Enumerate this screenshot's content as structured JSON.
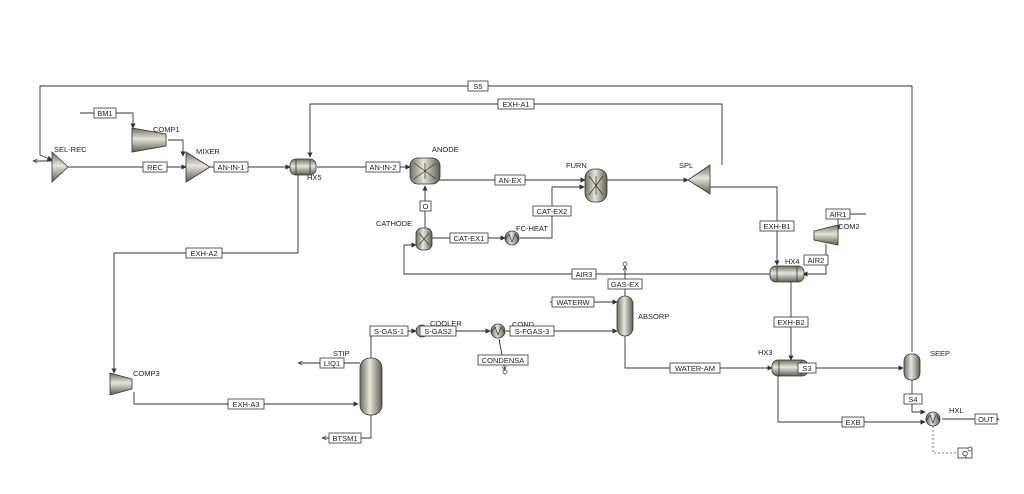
{
  "streams": {
    "s5": "S5",
    "exh_a1": "EXH-A1",
    "bm1": "BM1",
    "rec": "REC",
    "an_in_1": "AN-IN-1",
    "an_in_2": "AN-IN-2",
    "an_ex": "AN-EX",
    "o": "O",
    "cat_ex1": "CAT-EX1",
    "cat_ex2": "CAT-EX2",
    "exh_b1": "EXH-B1",
    "air1": "AIR1",
    "air2": "AIR2",
    "air3": "AIR3",
    "exh_a2": "EXH-A2",
    "gas_ex": "GAS-EX",
    "waterw": "WATERW",
    "s_gas_1": "S-GAS-1",
    "s_gas2": "S-GAS2",
    "s_fgas_3": "S-FGAS-3",
    "exh_b2": "EXH-B2",
    "liq1": "LIQ1",
    "condensa": "CONDENSA",
    "water_am": "WATER-AM",
    "s3": "S3",
    "exh_a3": "EXH-A3",
    "s4": "S4",
    "out": "OUT",
    "exb": "EXB",
    "btsm1": "BTSM1",
    "q": "Q"
  },
  "blocks": {
    "sel_rec": "SEL-REC",
    "comp1": "COMP1",
    "mixer": "MIXER",
    "hx5": "HX5",
    "anode": "ANODE",
    "furn": "FURN",
    "spl": "SPL",
    "cathode": "CATHODE",
    "fc_heat": "FC-HEAT",
    "com2": "COM2",
    "hx4": "HX4",
    "absorp": "ABSORP",
    "cooler": "COOLER",
    "cond": "COND",
    "stip": "STIP",
    "comp3": "COMP3",
    "hx3": "HX3",
    "seep": "SEEP",
    "hxl": "HXL"
  }
}
